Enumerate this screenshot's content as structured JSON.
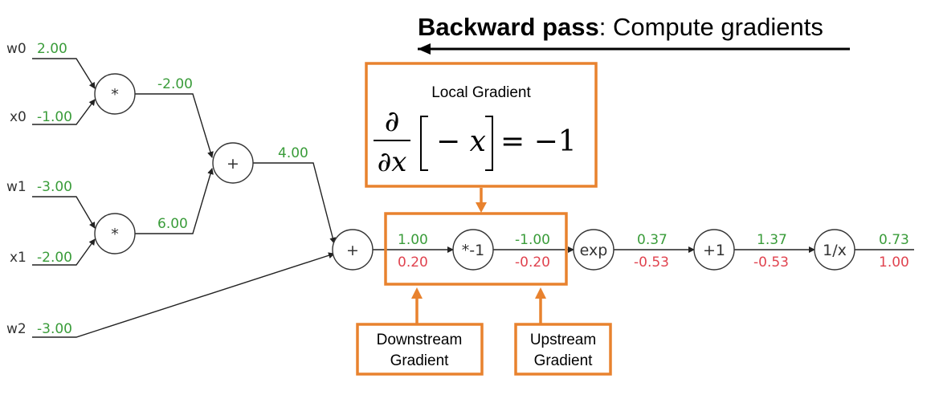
{
  "header": {
    "title_bold": "Backward pass",
    "title_rest": ": Compute gradients"
  },
  "inputs": [
    {
      "name": "w0",
      "value": "2.00"
    },
    {
      "name": "x0",
      "value": "-1.00"
    },
    {
      "name": "w1",
      "value": "-3.00"
    },
    {
      "name": "x1",
      "value": "-2.00"
    },
    {
      "name": "w2",
      "value": "-3.00"
    }
  ],
  "nodes": {
    "mul0": "*",
    "mul1": "*",
    "add0": "+",
    "add1": "+",
    "neg": "*-1",
    "exp": "exp",
    "plus1": "+1",
    "recip": "1/x"
  },
  "edge_values": {
    "mul0_out": "-2.00",
    "mul1_out": "6.00",
    "add0_out": "4.00",
    "add1_out_fwd": "1.00",
    "add1_out_grad": "0.20",
    "neg_out_fwd": "-1.00",
    "neg_out_grad": "-0.20",
    "exp_out_fwd": "0.37",
    "exp_out_grad": "-0.53",
    "plus1_out_fwd": "1.37",
    "plus1_out_grad": "-0.53",
    "recip_out_fwd": "0.73",
    "recip_out_grad": "1.00"
  },
  "local_gradient": {
    "title": "Local Gradient",
    "numerator": "∂",
    "denominator": "∂x",
    "expression": "− x",
    "equals": "= −1"
  },
  "annotations": {
    "downstream_line1": "Downstream",
    "downstream_line2": "Gradient",
    "upstream_line1": "Upstream",
    "upstream_line2": "Gradient"
  },
  "colors": {
    "forward_value": "#3a9c3a",
    "gradient_value": "#e0434f",
    "highlight": "#e8822e"
  }
}
